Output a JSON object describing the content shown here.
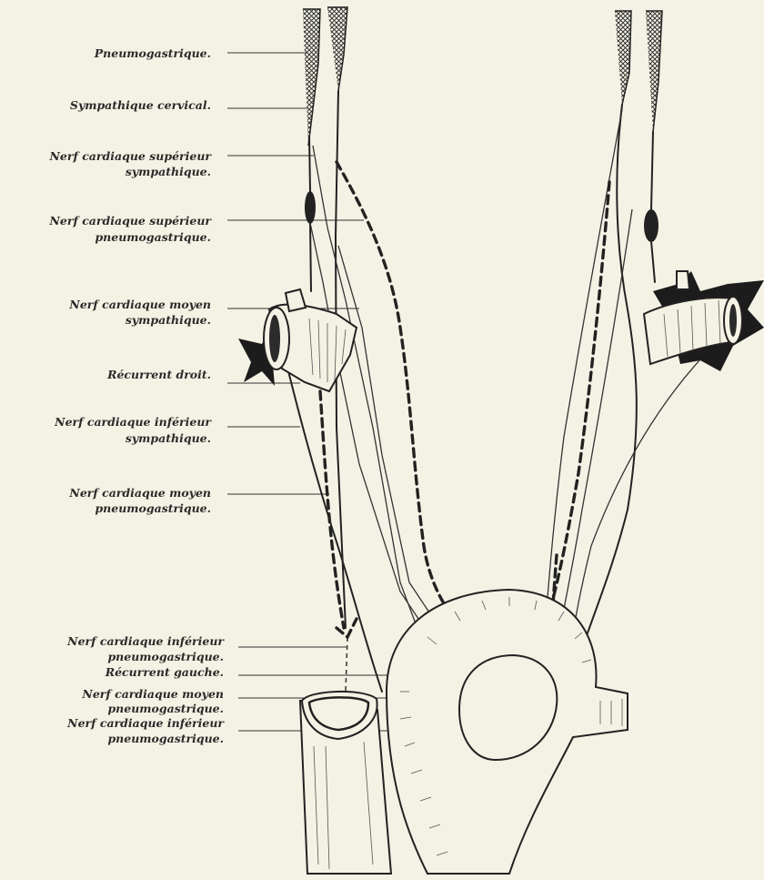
{
  "labels": [
    {
      "line1": "Pneumogastrique.",
      "line2": ""
    },
    {
      "line1": "Sympathique cervical.",
      "line2": ""
    },
    {
      "line1": "Nerf cardiaque supérieur",
      "line2": "sympathique."
    },
    {
      "line1": "Nerf cardiaque supérieur",
      "line2": "pneumogastrique."
    },
    {
      "line1": "Nerf cardiaque moyen",
      "line2": "sympathique."
    },
    {
      "line1": "Récurrent droit.",
      "line2": ""
    },
    {
      "line1": "Nerf cardiaque inférieur",
      "line2": "sympathique."
    },
    {
      "line1": "Nerf cardiaque moyen",
      "line2": "pneumogastrique."
    },
    {
      "line1": "Nerf cardiaque inférieur",
      "line2": "pneumogastrique."
    },
    {
      "line1": "Récurrent gauche.",
      "line2": ""
    },
    {
      "line1": "Nerf cardiaque moyen",
      "line2": "pneumogastrique."
    },
    {
      "line1": "Nerf cardiaque inférieur",
      "line2": "pneumogastrique."
    }
  ]
}
